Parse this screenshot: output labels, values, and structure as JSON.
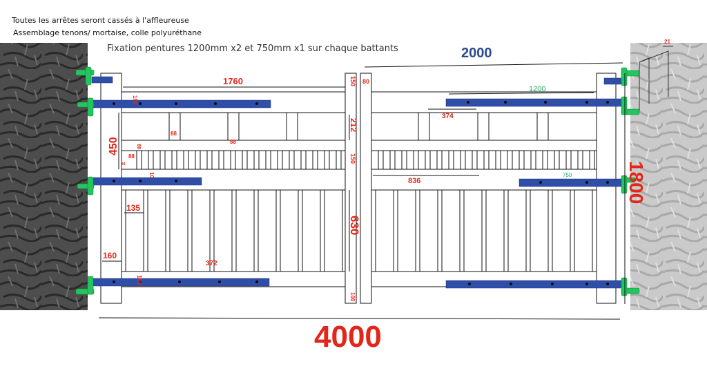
{
  "notes": {
    "chamfer": "Toutes les arrêtes seront cassés à l'affleureuse",
    "assembly": "Assemblage tenons/ mortaise, colle polyuréthane",
    "hinges": "Fixation pentures 1200mm x2 et 750mm x1 sur chaque battants"
  },
  "dimensions": {
    "total_width": "4000",
    "leaf_width": "2000",
    "height": "1800",
    "rail_length": "1760",
    "upper_section": "450",
    "middle_rail": "212",
    "lower_section": "630",
    "center_stile": "80",
    "post_section": "21",
    "top_rail": "150",
    "mid_rail": "150",
    "bottom_rail": "100",
    "left_top_rail": "100",
    "left_bottom_rail": "100",
    "stile_width": "160",
    "slat_width": "135",
    "slat_gap": "372",
    "block_a": "88",
    "block_b": "88",
    "block_c": "88",
    "block_d": "88",
    "block_e": "44",
    "gap_small": "10",
    "rail_right": "836",
    "spacer_right": "374",
    "hinge_long": "1200",
    "hinge_short": "750"
  },
  "colors": {
    "dimension_red": "#e32619",
    "dimension_blue": "#2c4a8f",
    "hinge_blue": "#2f4ea8",
    "pin_green": "#22c55e",
    "stone_dark": "#4a4a4a",
    "stone_light": "#cfcfcf"
  }
}
